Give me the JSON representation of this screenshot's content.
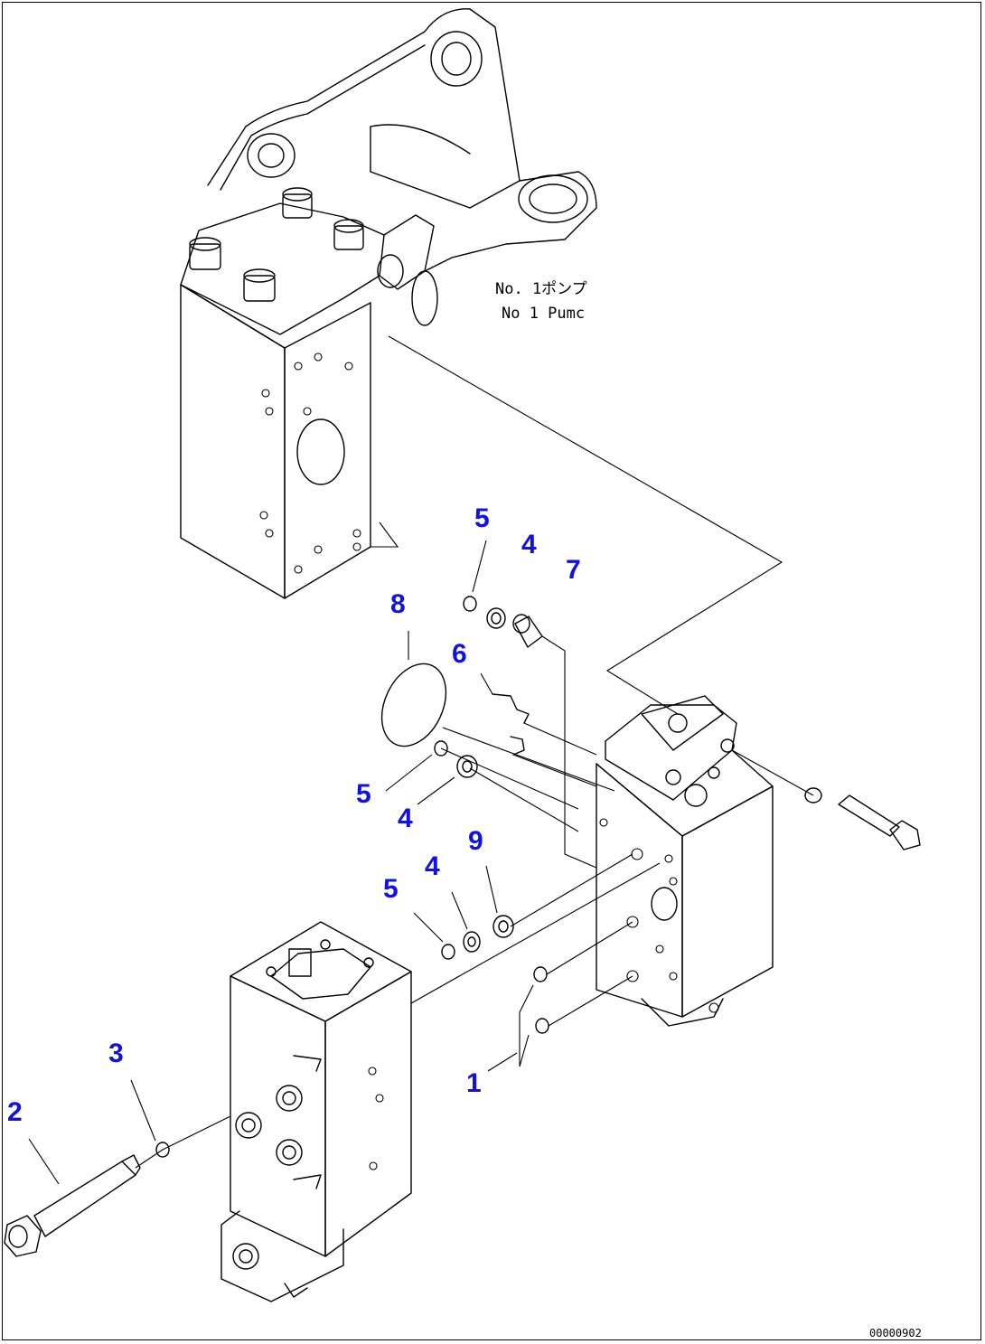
{
  "pump_label": {
    "line1": "No. 1ポンプ",
    "line2": "No 1 Pumc"
  },
  "callouts": {
    "c1": "1",
    "c2": "2",
    "c3": "3",
    "c4a": "4",
    "c4b": "4",
    "c4c": "4",
    "c5a": "5",
    "c5b": "5",
    "c5c": "5",
    "c6": "6",
    "c7": "7",
    "c8": "8",
    "c9": "9"
  },
  "drawing_code": "00000902",
  "colors": {
    "callout": "#1010e8",
    "line": "#000000",
    "background": "#ffffff"
  }
}
